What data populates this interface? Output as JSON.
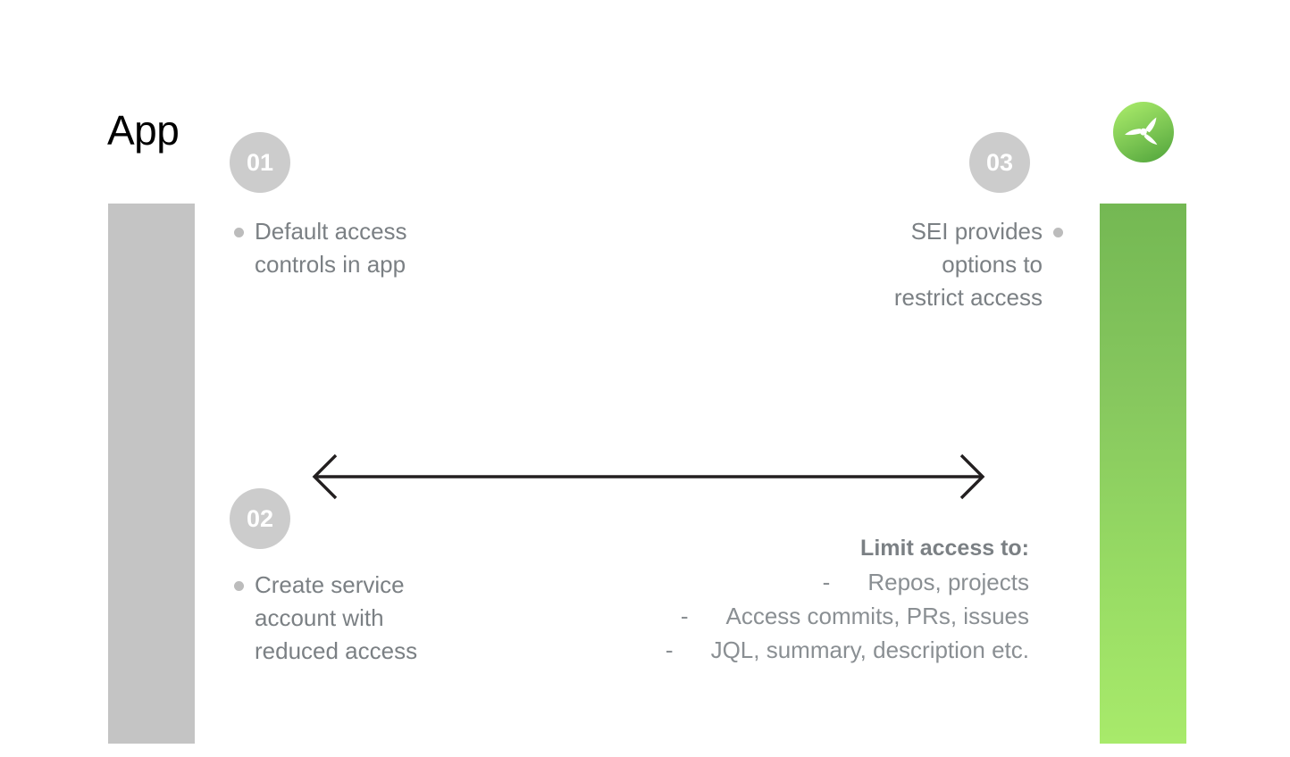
{
  "slide": {
    "title": "App",
    "background_color": "#ffffff"
  },
  "bars": {
    "left": {
      "label": "app-column-bar",
      "color": "#c4c4c4"
    },
    "right": {
      "label": "sei-column-bar",
      "color_top": "#74b853",
      "color_bottom": "#a8ea6b"
    }
  },
  "steps": [
    {
      "number": "01",
      "text": "Default access\ncontrols in app",
      "align": "left"
    },
    {
      "number": "02",
      "text": "Create service\naccount with\nreduced access",
      "align": "left"
    },
    {
      "number": "03",
      "text": "SEI provides\noptions to\nrestrict access",
      "align": "right"
    }
  ],
  "arrow": {
    "name": "bidirectional-arrow",
    "color": "#231f20",
    "direction": "both"
  },
  "limit_access": {
    "heading": "Limit access to:",
    "dash": "-",
    "items": [
      "Repos, projects",
      "Access commits, PRs, issues",
      "JQL, summary, description etc."
    ]
  },
  "logo": {
    "name": "harness-sei-propeller-logo",
    "color_top": "#9fe063",
    "color_bottom": "#5cb047",
    "mark_color": "#ffffff"
  },
  "colors": {
    "text_gray": "#7b8084",
    "badge_gray": "#cccccc",
    "bullet_gray": "#bcbcbc",
    "black": "#000000"
  }
}
